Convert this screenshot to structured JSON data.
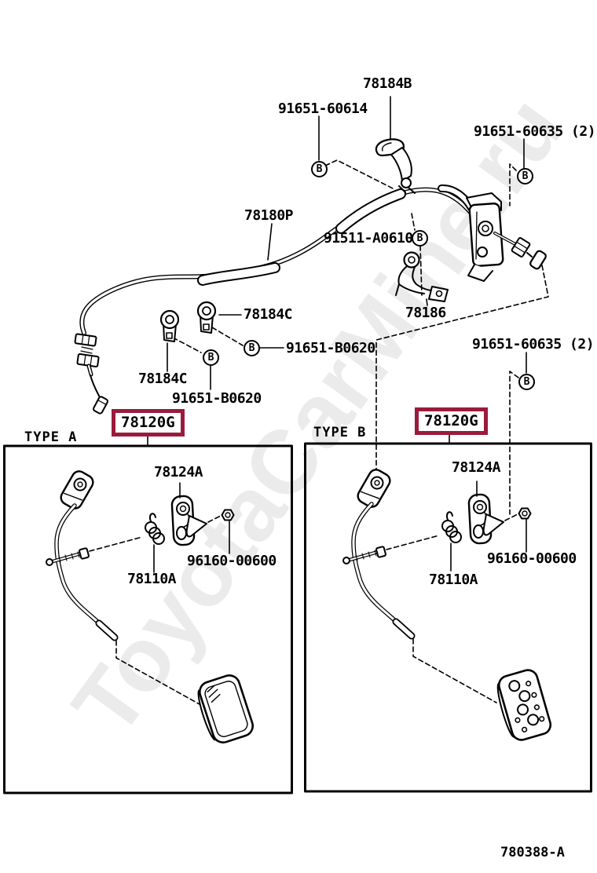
{
  "watermark": "ToyotaCarMine.ru",
  "footer_code": "780388-A",
  "connector_letter": "B",
  "colors": {
    "highlight": "#9b1b3c",
    "line": "#000000",
    "watermark": "#ebebeb"
  },
  "upper": {
    "part_78184B": "78184B",
    "bolt_91651_60614": "91651-60614",
    "bolt_91651_60635_top": "91651-60635 (2)",
    "part_78180P": "78180P",
    "part_91511_A0610": "91511-A0610",
    "part_78186": "78186",
    "part_78184C_upper": "78184C",
    "bolt_91651_B0620_upper": "91651-B0620",
    "part_78184C_lower": "78184C",
    "bolt_91651_B0620_lower": "91651-B0620",
    "bolt_91651_60635_right": "91651-60635 (2)"
  },
  "type_a": {
    "title": "TYPE A",
    "highlighted_part": "78120G",
    "part_78124A": "78124A",
    "nut_96160_00600": "96160-00600",
    "spring_78110A": "78110A"
  },
  "type_b": {
    "title": "TYPE B",
    "highlighted_part": "78120G",
    "part_78124A": "78124A",
    "nut_96160_00600": "96160-00600",
    "spring_78110A": "78110A"
  }
}
